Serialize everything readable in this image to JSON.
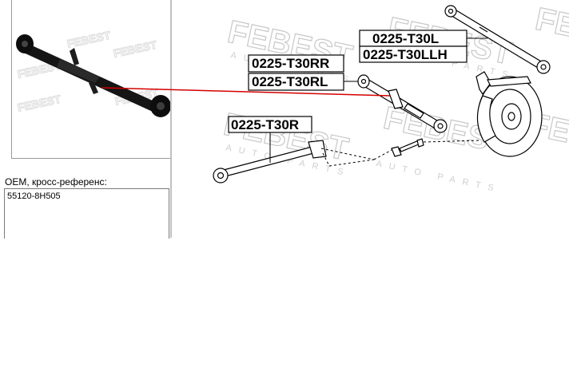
{
  "oem": {
    "label": "OEM, кросс-референс:",
    "value": "55120-8H505"
  },
  "watermark": {
    "brand": "FEBEST",
    "tagline": "AUTO PARTS"
  },
  "parts": [
    {
      "code": "0225-T30L"
    },
    {
      "code": "0225-T30LLH"
    },
    {
      "code": "0225-T30RR"
    },
    {
      "code": "0225-T30RL"
    },
    {
      "code": "0225-T30R"
    }
  ],
  "colors": {
    "pointer_line": "#d40000",
    "arm_black": "#111111"
  }
}
